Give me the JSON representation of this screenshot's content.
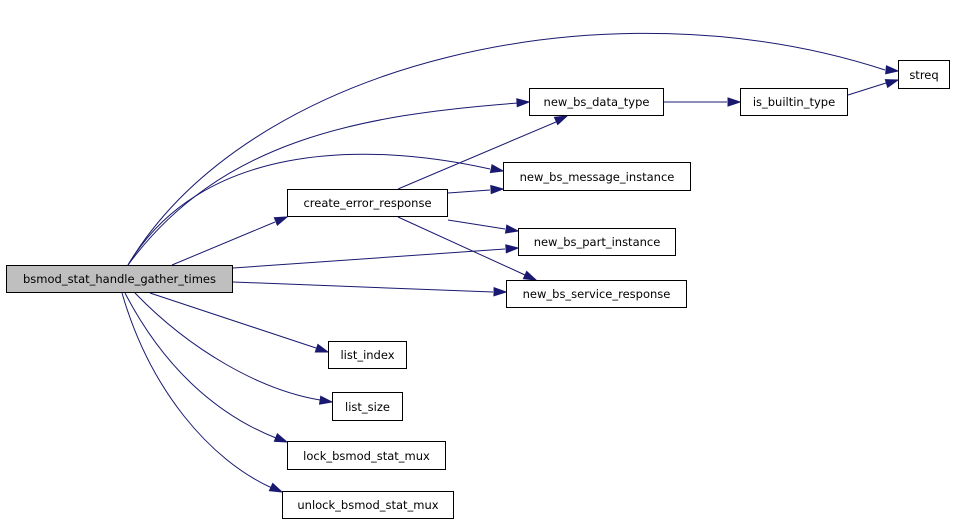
{
  "nodes": {
    "root": {
      "label": "bsmod_stat_handle_gather_times"
    },
    "streq": {
      "label": "streq"
    },
    "new_bs_data_type": {
      "label": "new_bs_data_type"
    },
    "is_builtin_type": {
      "label": "is_builtin_type"
    },
    "new_bs_message_instance": {
      "label": "new_bs_message_instance"
    },
    "create_error_response": {
      "label": "create_error_response"
    },
    "new_bs_part_instance": {
      "label": "new_bs_part_instance"
    },
    "new_bs_service_response": {
      "label": "new_bs_service_response"
    },
    "list_index": {
      "label": "list_index"
    },
    "list_size": {
      "label": "list_size"
    },
    "lock_bsmod_stat_mux": {
      "label": "lock_bsmod_stat_mux"
    },
    "unlock_bsmod_stat_mux": {
      "label": "unlock_bsmod_stat_mux"
    }
  },
  "edges": [
    [
      "root",
      "streq"
    ],
    [
      "root",
      "new_bs_data_type"
    ],
    [
      "root",
      "new_bs_message_instance"
    ],
    [
      "root",
      "create_error_response"
    ],
    [
      "root",
      "new_bs_part_instance"
    ],
    [
      "root",
      "new_bs_service_response"
    ],
    [
      "root",
      "list_index"
    ],
    [
      "root",
      "list_size"
    ],
    [
      "root",
      "lock_bsmod_stat_mux"
    ],
    [
      "root",
      "unlock_bsmod_stat_mux"
    ],
    [
      "new_bs_data_type",
      "is_builtin_type"
    ],
    [
      "is_builtin_type",
      "streq"
    ],
    [
      "create_error_response",
      "new_bs_data_type"
    ],
    [
      "create_error_response",
      "new_bs_message_instance"
    ],
    [
      "create_error_response",
      "new_bs_part_instance"
    ],
    [
      "create_error_response",
      "new_bs_service_response"
    ]
  ],
  "colors": {
    "edge": "#191970",
    "root_fill": "#bfbfbf",
    "node_fill": "#ffffff",
    "border": "#000000"
  }
}
